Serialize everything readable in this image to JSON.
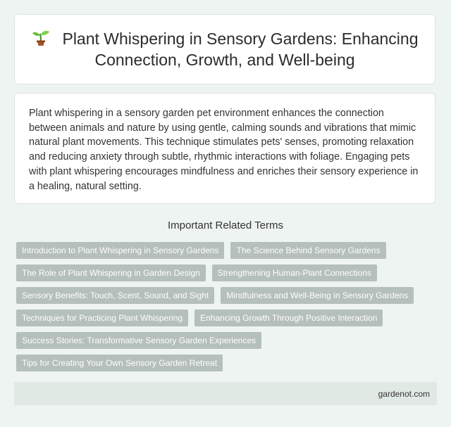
{
  "header": {
    "icon": "sprout-icon",
    "title": "Plant Whispering in Sensory Gardens: Enhancing Connection, Growth, and Well-being"
  },
  "description": "Plant whispering in a sensory garden pet environment enhances the connection between animals and nature by using gentle, calming sounds and vibrations that mimic natural plant movements. This technique stimulates pets' senses, promoting relaxation and reducing anxiety through subtle, rhythmic interactions with foliage. Engaging pets with plant whispering encourages mindfulness and enriches their sensory experience in a healing, natural setting.",
  "related": {
    "heading": "Important Related Terms",
    "terms": [
      "Introduction to Plant Whispering in Sensory Gardens",
      "The Science Behind Sensory Gardens",
      "The Role of Plant Whispering in Garden Design",
      "Strengthening Human-Plant Connections",
      "Sensory Benefits: Touch, Scent, Sound, and Sight",
      "Mindfulness and Well-Being in Sensory Gardens",
      "Techniques for Practicing Plant Whispering",
      "Enhancing Growth Through Positive Interaction",
      "Success Stories: Transformative Sensory Garden Experiences",
      "Tips for Creating Your Own Sensory Garden Retreat"
    ]
  },
  "footer": {
    "site": "gardenot.com"
  },
  "colors": {
    "background": "#eef4f1",
    "tag": "#b5bfbb",
    "footer": "#e1e9e5"
  }
}
